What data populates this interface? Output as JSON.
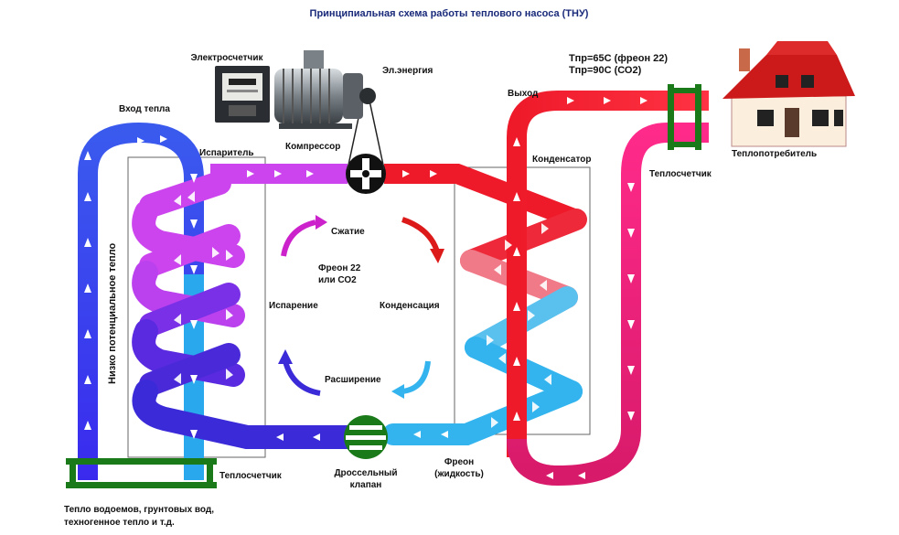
{
  "title": "Принципиальная схема работы теплового насоса (ТНУ)",
  "labels": {
    "meter": "Электросчетчик",
    "energy": "Эл.энергия",
    "compressor": "Компрессор",
    "heat_in": "Вход тепла",
    "evaporator": "Испаритель",
    "low_heat": "Низко потенциальное тепло",
    "heat_meter_left": "Теплосчетчик",
    "source_1": "Тепло водоемов, грунтовых вод,",
    "source_2": "техногенное тепло и т.д.",
    "compression": "Сжатие",
    "freon_1": "Фреон 22",
    "freon_2": "или СО2",
    "evaporation": "Испарение",
    "condensation": "Конденсация",
    "expansion": "Расширение",
    "valve_1": "Дроссельный",
    "valve_2": "клапан",
    "freon_liquid_1": "Фреон",
    "freon_liquid_2": "(жидкость)",
    "condenser": "Конденсатор",
    "output": "Выход",
    "temp_1": "Тпр=65С (фреон 22)",
    "temp_2": "Тпр=90С (СО2)",
    "heat_meter_right": "Теплосчетчик",
    "consumer": "Теплопотребитель"
  },
  "colors": {
    "source_loop": "#2a3aee",
    "source_loop_light": "#2aa8ee",
    "evaporator_coil": "#cc44ee",
    "evaporator_coil_dark": "#4a2ad8",
    "hot_pipe": "#ee1a2a",
    "return_pipe": "#e0208a",
    "cold_freon": "#33b4ee",
    "meter_green": "#1a7a1a",
    "title": "#1a2a7a"
  },
  "icons": [
    "electric-meter-icon",
    "electric-motor-icon",
    "compressor-icon",
    "throttle-valve-icon",
    "house-icon"
  ]
}
